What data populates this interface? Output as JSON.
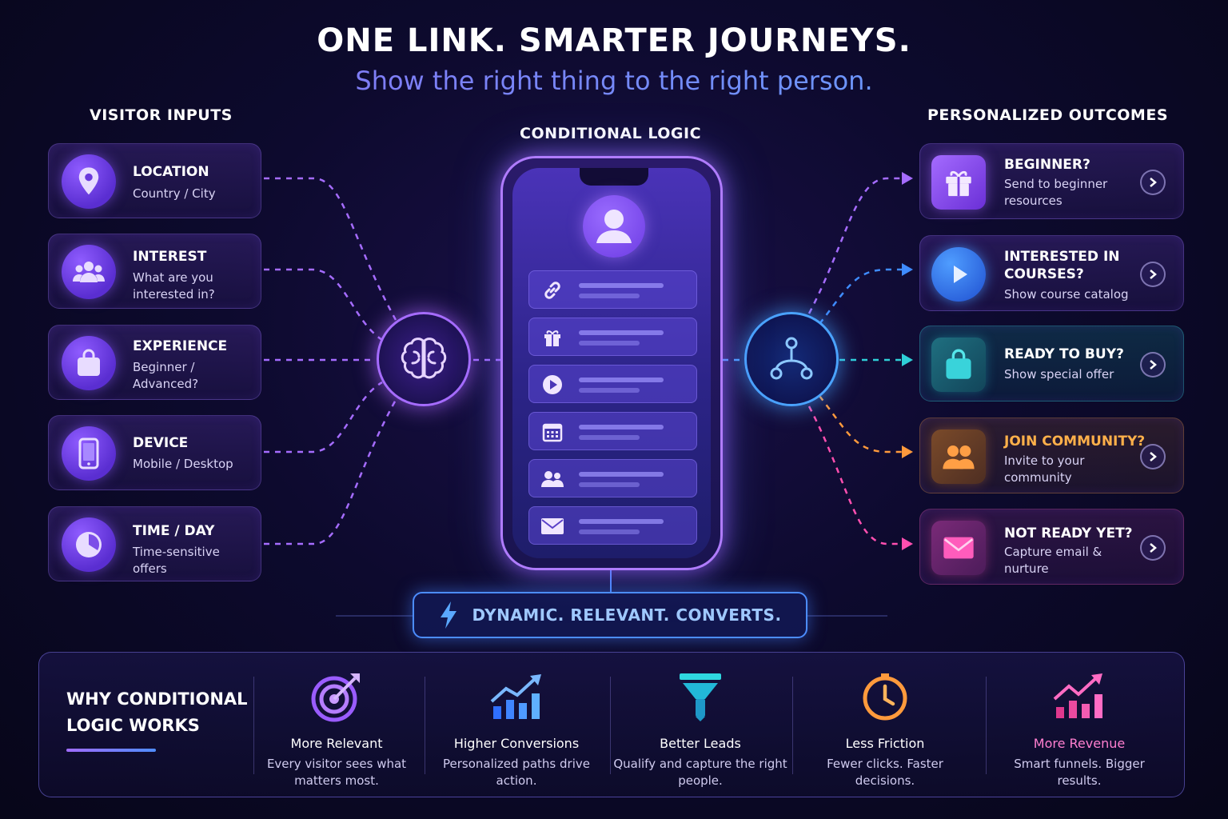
{
  "header": {
    "title": "ONE LINK. SMARTER JOURNEYS.",
    "subtitle": "Show the right thing to the right person."
  },
  "columns": {
    "inputs": "VISITOR INPUTS",
    "logic": "CONDITIONAL LOGIC",
    "outcomes": "PERSONALIZED OUTCOMES"
  },
  "inputs": [
    {
      "title": "LOCATION",
      "desc": "Country / City",
      "icon": "location-pin-icon"
    },
    {
      "title": "INTEREST",
      "desc": "What are you interested in?",
      "icon": "people-group-icon"
    },
    {
      "title": "EXPERIENCE",
      "desc": "Beginner / Advanced?",
      "icon": "shopping-bag-icon"
    },
    {
      "title": "DEVICE",
      "desc": "Mobile / Desktop",
      "icon": "smartphone-icon"
    },
    {
      "title": "TIME / DAY",
      "desc": "Time-sensitive offers",
      "icon": "clock-icon"
    }
  ],
  "outcomes": [
    {
      "title": "BEGINNER?",
      "desc": "Send to beginner resources",
      "icon": "gift-icon",
      "color": "#9b5cff"
    },
    {
      "title": "INTERESTED IN COURSES?",
      "desc": "Show course catalog",
      "icon": "play-icon",
      "color": "#3f8cff"
    },
    {
      "title": "READY TO BUY?",
      "desc": "Show special offer",
      "icon": "shopping-bag-icon",
      "color": "#2fd0d8"
    },
    {
      "title": "JOIN COMMUNITY?",
      "desc": "Invite to your community",
      "icon": "people-group-icon",
      "color": "#ff9a3c"
    },
    {
      "title": "NOT READY YET?",
      "desc": "Capture email & nurture",
      "icon": "envelope-icon",
      "color": "#ff4fb0"
    }
  ],
  "phone_links": [
    "link-icon",
    "gift-icon",
    "play-icon",
    "calendar-icon",
    "people-group-icon",
    "envelope-icon"
  ],
  "tagline": "DYNAMIC. RELEVANT. CONVERTS.",
  "why": {
    "heading": "WHY CONDITIONAL LOGIC WORKS",
    "benefits": [
      {
        "title": "More Relevant",
        "desc": "Every visitor sees what matters most.",
        "icon": "target-icon"
      },
      {
        "title": "Higher Conversions",
        "desc": "Personalized paths drive action.",
        "icon": "bar-chart-up-icon"
      },
      {
        "title": "Better Leads",
        "desc": "Qualify and capture the right people.",
        "icon": "funnel-icon"
      },
      {
        "title": "Less Friction",
        "desc": "Fewer clicks. Faster decisions.",
        "icon": "clock-icon"
      },
      {
        "title": "More Revenue",
        "desc": "Smart funnels. Bigger results.",
        "icon": "revenue-chart-icon"
      }
    ]
  },
  "colors": {
    "purple": "#9b5cff",
    "blue": "#3f8cff",
    "cyan": "#2fd0d8",
    "orange": "#ff9a3c",
    "pink": "#ff4fb0"
  }
}
